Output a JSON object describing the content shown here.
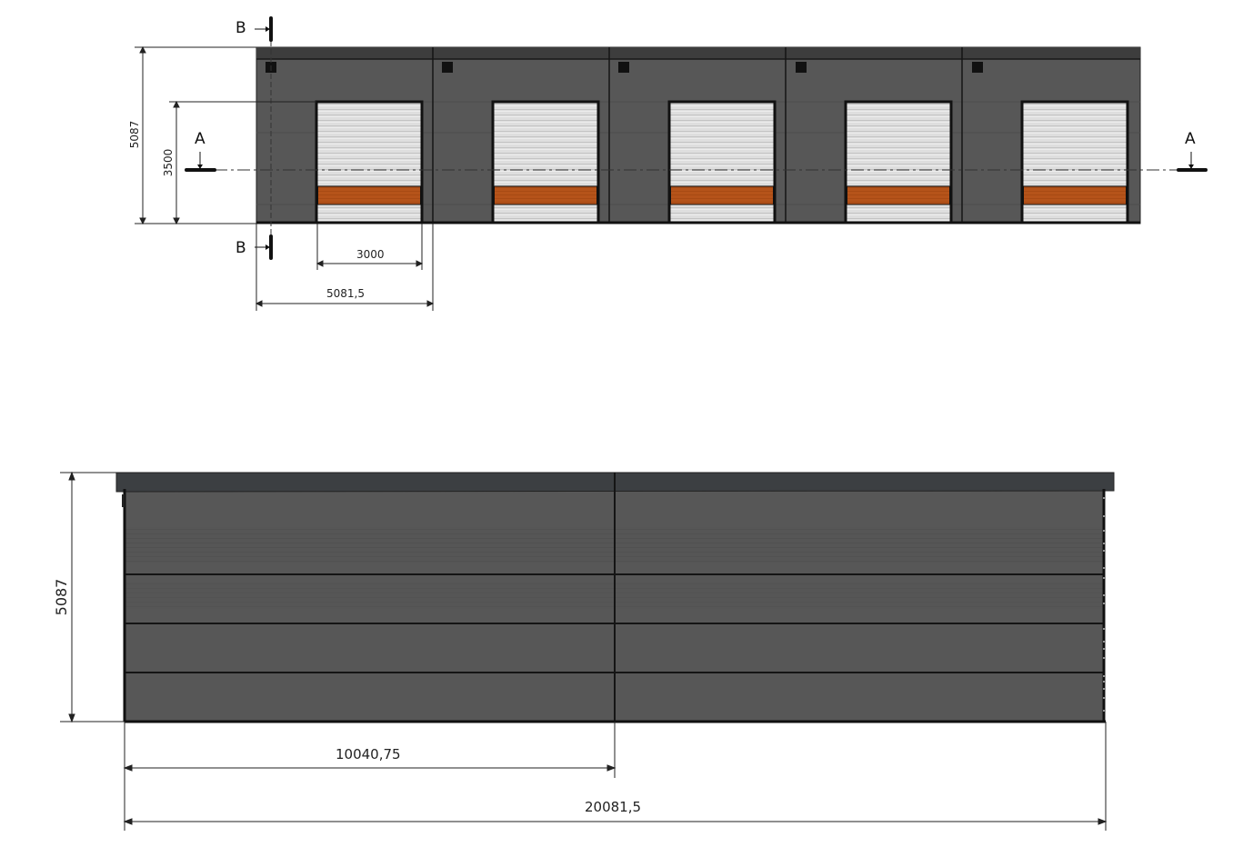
{
  "front_elevation": {
    "bays": 5,
    "dims": {
      "height_total": "5087",
      "door_height": "3500",
      "door_width": "3000",
      "bay_width": "5081,5"
    },
    "section_labels": {
      "a_left": "A",
      "a_right": "A",
      "b_top": "B",
      "b_bottom": "B"
    }
  },
  "side_elevation": {
    "dims": {
      "height_total": "5087",
      "half_length": "10040,75",
      "total_length": "20081,5"
    }
  },
  "colors": {
    "wall": "#575757",
    "roof": "#3c3f42",
    "door": "#dcdcdc",
    "door_band": "#b5531a",
    "line": "#111111"
  }
}
